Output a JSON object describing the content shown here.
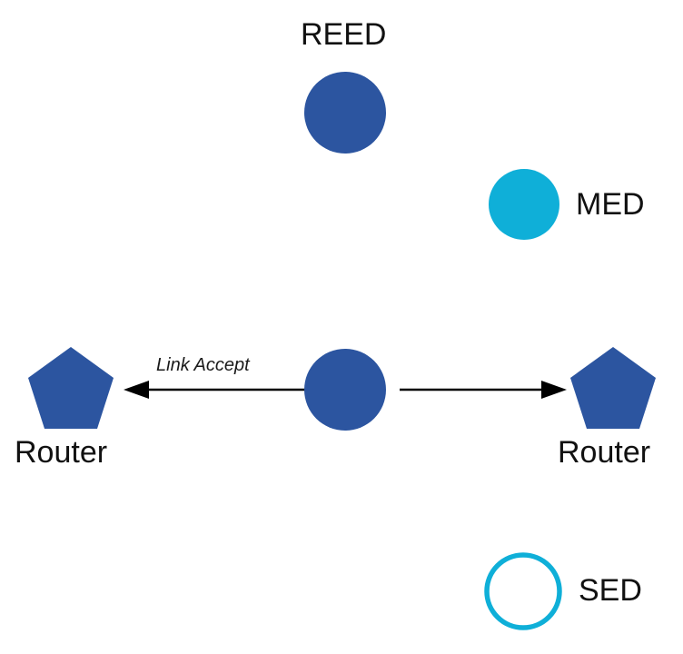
{
  "diagram": {
    "type": "network-topology",
    "background_color": "#ffffff",
    "colors": {
      "router_blue": "#2C55A0",
      "reed_blue": "#2C55A0",
      "med_cyan": "#0FAFD8",
      "sed_cyan": "#0FAFD8",
      "link_black": "#000000",
      "label_text": "#111111"
    },
    "nodes": [
      {
        "id": "reed",
        "label": "REED",
        "shape": "circle",
        "fill": "#2C55A0",
        "filled": true,
        "label_position": "above"
      },
      {
        "id": "med",
        "label": "MED",
        "shape": "circle",
        "fill": "#0FAFD8",
        "filled": true,
        "label_position": "right"
      },
      {
        "id": "router-left",
        "label": "Router",
        "shape": "pentagon",
        "fill": "#2C55A0",
        "filled": true,
        "label_position": "below"
      },
      {
        "id": "leader-center",
        "label": "",
        "shape": "circle",
        "fill": "#2C55A0",
        "filled": true,
        "label_position": "none"
      },
      {
        "id": "router-right",
        "label": "Router",
        "shape": "pentagon",
        "fill": "#2C55A0",
        "filled": true,
        "label_position": "below"
      },
      {
        "id": "sed",
        "label": "SED",
        "shape": "circle-outline",
        "fill": "none",
        "stroke": "#0FAFD8",
        "filled": false,
        "label_position": "right"
      }
    ],
    "links": [
      {
        "id": "link-accept-left",
        "label": "Link Accept",
        "from": "leader-center",
        "to": "router-left",
        "direction": "left",
        "arrowhead": "end",
        "color": "#000000"
      },
      {
        "id": "link-right",
        "label": "",
        "from": "leader-center",
        "to": "router-right",
        "direction": "right",
        "arrowhead": "end",
        "color": "#000000"
      }
    ],
    "labels": {
      "reed": "REED",
      "med": "MED",
      "sed": "SED",
      "router_left": "Router",
      "router_right": "Router",
      "link_accept": "Link Accept"
    }
  }
}
